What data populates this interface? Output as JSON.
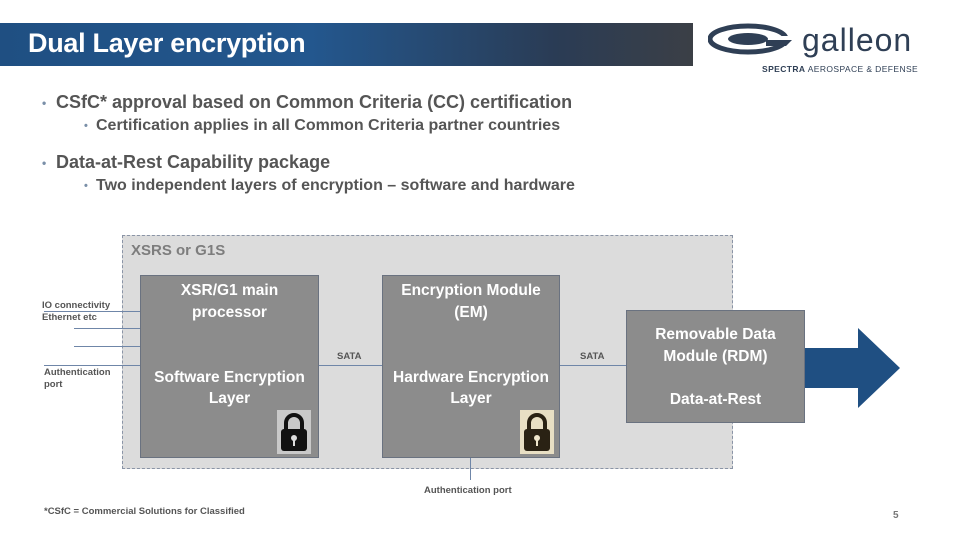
{
  "title": "Dual Layer encryption",
  "logo": {
    "word": "galleon",
    "sub_bold": "SPECTRA",
    "sub_rest": " AEROSPACE & DEFENSE"
  },
  "bullets": [
    {
      "text": "CSfC* approval based on Common Criteria (CC) certification",
      "sub": [
        "Certification applies in all Common Criteria partner countries"
      ]
    },
    {
      "text": "Data-at-Rest Capability package",
      "sub": [
        "Two independent layers of encryption – software and hardware"
      ]
    }
  ],
  "diagram": {
    "outer_label": "XSRS or G1S",
    "processor": {
      "title_line1": "XSR/G1 main",
      "title_line2": "processor",
      "layer_line1": "Software Encryption",
      "layer_line2": "Layer"
    },
    "encryption_module": {
      "title_line1": "Encryption Module",
      "title_line2": "(EM)",
      "layer_line1": "Hardware Encryption",
      "layer_line2": "Layer"
    },
    "rdm": {
      "line1": "Removable Data",
      "line2": "Module (RDM)",
      "line3": "Data-at-Rest"
    },
    "sata_left": "SATA",
    "sata_right": "SATA",
    "io_label_line1": "IO connectivity",
    "io_label_line2": "Ethernet etc",
    "auth_left_line1": "Authentication",
    "auth_left_line2": "port",
    "auth_bottom": "Authentication port"
  },
  "footnote": "*CSfC = Commercial Solutions for Classified",
  "page_number": "5",
  "colors": {
    "title_bar": "#23578e",
    "block_fill": "#8c8c8c",
    "container_fill": "#dcdcdc",
    "arrow": "#1f4f82",
    "connector": "#6f86a8"
  },
  "icons": [
    "padlock-icon",
    "padlock-icon",
    "right-arrow-icon",
    "galleon-logo-icon"
  ]
}
